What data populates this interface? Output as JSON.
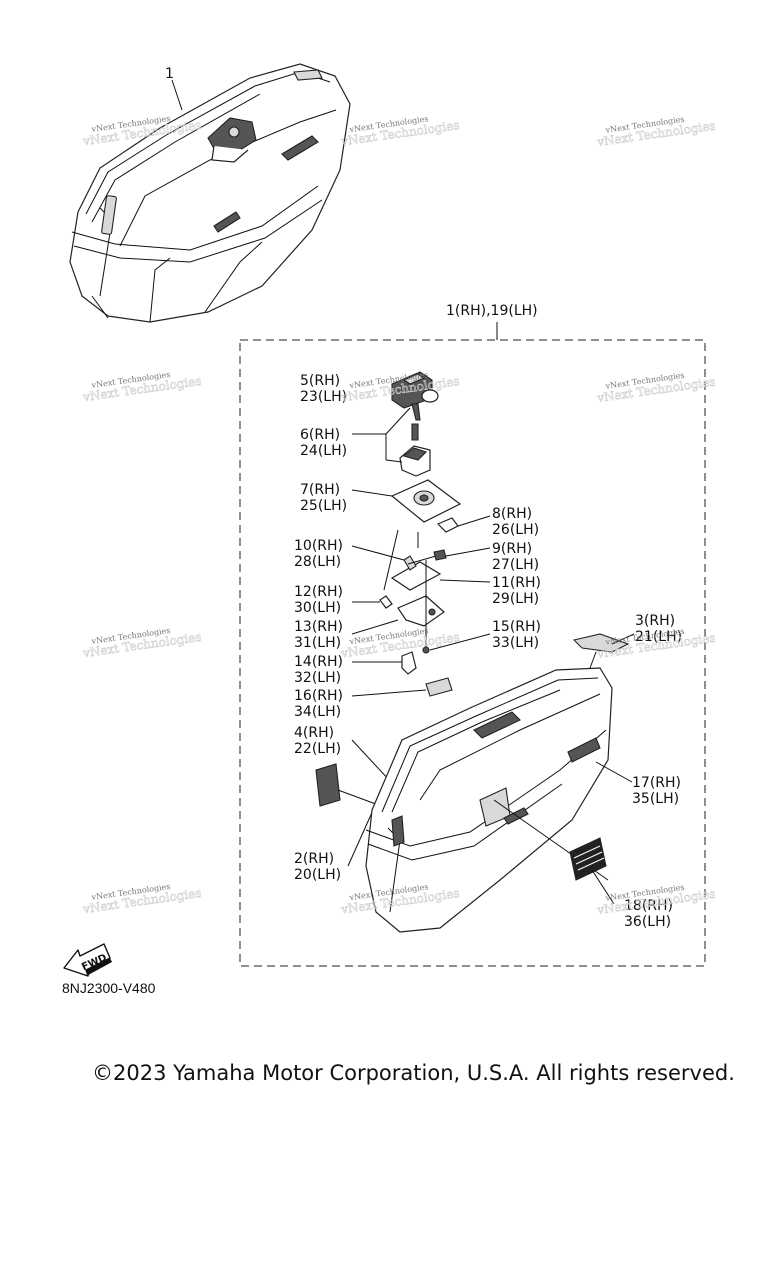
{
  "assembly_label": "1(RH),19(LH)",
  "top_callout": "1",
  "callouts": [
    {
      "id": "c5",
      "rh": "5(RH)",
      "lh": "23(LH)"
    },
    {
      "id": "c6",
      "rh": "6(RH)",
      "lh": "24(LH)"
    },
    {
      "id": "c7",
      "rh": "7(RH)",
      "lh": "25(LH)"
    },
    {
      "id": "c8",
      "rh": "8(RH)",
      "lh": "26(LH)"
    },
    {
      "id": "c10",
      "rh": "10(RH)",
      "lh": "28(LH)"
    },
    {
      "id": "c9",
      "rh": "9(RH)",
      "lh": "27(LH)"
    },
    {
      "id": "c11",
      "rh": "11(RH)",
      "lh": "29(LH)"
    },
    {
      "id": "c12",
      "rh": "12(RH)",
      "lh": "30(LH)"
    },
    {
      "id": "c13",
      "rh": "13(RH)",
      "lh": "31(LH)"
    },
    {
      "id": "c15",
      "rh": "15(RH)",
      "lh": "33(LH)"
    },
    {
      "id": "c3",
      "rh": "3(RH)",
      "lh": "21(LH)"
    },
    {
      "id": "c14",
      "rh": "14(RH)",
      "lh": "32(LH)"
    },
    {
      "id": "c16",
      "rh": "16(RH)",
      "lh": "34(LH)"
    },
    {
      "id": "c4",
      "rh": "4(RH)",
      "lh": "22(LH)"
    },
    {
      "id": "c17",
      "rh": "17(RH)",
      "lh": "35(LH)"
    },
    {
      "id": "c2",
      "rh": "2(RH)",
      "lh": "20(LH)"
    },
    {
      "id": "c18",
      "rh": "18(RH)",
      "lh": "36(LH)"
    }
  ],
  "watermark_text": "vNext Technologies",
  "fwd_label": "FWD",
  "figure_code": "8NJ2300-V480",
  "copyright": "©2023 Yamaha Motor Corporation, U.S.A. All rights reserved."
}
